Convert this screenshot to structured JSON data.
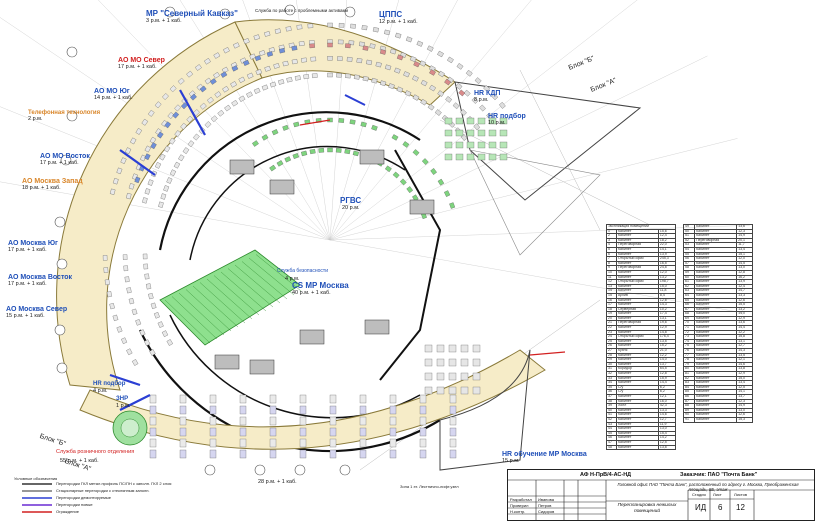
{
  "drawing": {
    "zones": [
      {
        "id": "mr-kavkaz",
        "title": "МР \"Северный Кавказ\"",
        "capacity": "3 р.м. + 1 каб.",
        "color": "#1f4fb8"
      },
      {
        "id": "tsps",
        "title": "ЦППС",
        "capacity": "12 р.м. + 1 каб.",
        "color": "#1f4fb8"
      },
      {
        "id": "ao-mo-sever",
        "title": "АО МО Север",
        "capacity": "17 р.м. + 1 каб.",
        "color": "#d22020"
      },
      {
        "id": "ao-mo-yug",
        "title": "АО МО Юг",
        "capacity": "14 р.м. + 1 каб.",
        "color": "#1f4fb8"
      },
      {
        "id": "telefon",
        "title": "Телефонная технология",
        "capacity": "2 р.м.",
        "color": "#d9862a"
      },
      {
        "id": "ao-mo-vostok",
        "title": "АО МО Восток",
        "capacity": "17 р.м. + 1 каб.",
        "color": "#1f4fb8"
      },
      {
        "id": "ao-moskva-zapad",
        "title": "АО Москва Запад",
        "capacity": "18 р.м. + 1 каб.",
        "color": "#d9862a"
      },
      {
        "id": "ao-moskva-yug",
        "title": "АО Москва Юг",
        "capacity": "17 р.м. + 1 каб.",
        "color": "#1f4fb8"
      },
      {
        "id": "ao-moskva-vostok",
        "title": "АО Москва Восток",
        "capacity": "17 р.м. + 1 каб.",
        "color": "#1f4fb8"
      },
      {
        "id": "ao-moskva-sever",
        "title": "АО Москва Север",
        "capacity": "15 р.м. + 1 каб.",
        "color": "#1f4fb8"
      },
      {
        "id": "hr-kdp",
        "title": "HR КДП",
        "capacity": "8 р.м.",
        "color": "#1f4fb8"
      },
      {
        "id": "hr-podbor",
        "title": "HR подбор",
        "capacity": "10 р.м.",
        "color": "#1f4fb8"
      },
      {
        "id": "rgvs",
        "title": "РГВС",
        "capacity": "20 р.м.",
        "color": "#1f4fb8"
      },
      {
        "id": "cs-mr-moskva",
        "title": "CS МР Москва",
        "capacity": "40 р.м. + 1 каб.",
        "color": "#1f4fb8"
      },
      {
        "id": "hr-obuchenie",
        "title": "HR обучение МР Москва",
        "capacity": "15 р.м.",
        "color": "#1f4fb8"
      }
    ],
    "minor_labels": {
      "sluzhba_top": "Служба по работе с проблемными активами",
      "sluzhba_bottom": "Служба розничного отделения",
      "sluzhba_bottom_cap": "55 р.м. + 1 каб.",
      "hr_podbor_left": "HR подбор",
      "hr_podbor_left_cap": "4 р.м.",
      "znr": "ЗНР",
      "znr_cap": "1 р.м.",
      "bottom_cap": "28 р.м. + 1 каб.",
      "sluzhba_mid": "Служба безопасности",
      "sluzhba_mid_cap": "4 р.м.",
      "block_b": "Блок \"Б\"",
      "block_a": "Блок \"А\""
    }
  },
  "spec_table_left": {
    "header": "Экспликация помещений",
    "rows": [
      [
        "1",
        "Кабинет",
        "15,6"
      ],
      [
        "2",
        "Кабинет",
        "12,4"
      ],
      [
        "3",
        "Кабинет",
        "18,2"
      ],
      [
        "4",
        "Переговорная",
        "22,0"
      ],
      [
        "5",
        "Кабинет",
        "14,1"
      ],
      [
        "6",
        "Кабинет",
        "13,9"
      ],
      [
        "7",
        "Открытый офис",
        "245,3"
      ],
      [
        "8",
        "Кабинет",
        "16,5"
      ],
      [
        "9",
        "Переговорная",
        "24,8"
      ],
      [
        "10",
        "Кабинет",
        "12,0"
      ],
      [
        "11",
        "Кабинет",
        "13,2"
      ],
      [
        "12",
        "Открытый офис",
        "198,7"
      ],
      [
        "13",
        "Кабинет",
        "15,0"
      ],
      [
        "14",
        "Кабинет",
        "11,8"
      ],
      [
        "15",
        "Архив",
        "8,4"
      ],
      [
        "16",
        "Кабинет",
        "12,6"
      ],
      [
        "17",
        "Кабинет",
        "14,3"
      ],
      [
        "18",
        "Серверная",
        "10,2"
      ],
      [
        "19",
        "Кабинет",
        "17,4"
      ],
      [
        "20",
        "Кабинет",
        "13,1"
      ],
      [
        "21",
        "Переговорная",
        "19,6"
      ],
      [
        "22",
        "Кабинет",
        "12,9"
      ],
      [
        "23",
        "Кабинет",
        "14,8"
      ],
      [
        "24",
        "Открытый офис",
        "176,4"
      ],
      [
        "25",
        "Кабинет",
        "13,5"
      ],
      [
        "26",
        "Кабинет",
        "15,2"
      ],
      [
        "27",
        "Кухня",
        "21,0"
      ],
      [
        "28",
        "Кабинет",
        "12,2"
      ],
      [
        "29",
        "Кабинет",
        "14,0"
      ],
      [
        "30",
        "Кабинет",
        "13,7"
      ],
      [
        "31",
        "Коридор",
        "64,5"
      ],
      [
        "32",
        "Кабинет",
        "12,8"
      ],
      [
        "33",
        "Кабинет",
        "15,9"
      ],
      [
        "34",
        "Кабинет",
        "14,4"
      ],
      [
        "35",
        "С/у",
        "6,2"
      ],
      [
        "36",
        "С/у",
        "6,2"
      ],
      [
        "37",
        "Кабинет",
        "12,1"
      ],
      [
        "38",
        "Кабинет",
        "16,0"
      ],
      [
        "39",
        "Холл",
        "42,3"
      ],
      [
        "40",
        "Кабинет",
        "13,3"
      ],
      [
        "41",
        "Кабинет",
        "14,6"
      ],
      [
        "42",
        "Кабинет",
        "12,7"
      ],
      [
        "43",
        "Кабинет",
        "11,9"
      ],
      [
        "44",
        "Кабинет",
        "13,0"
      ],
      [
        "45",
        "Кабинет",
        "15,4"
      ],
      [
        "46",
        "Кабинет",
        "14,2"
      ],
      [
        "47",
        "Кабинет",
        "12,5"
      ],
      [
        "48",
        "Кабинет",
        "13,8"
      ]
    ]
  },
  "spec_table_right": {
    "rows": [
      [
        "49",
        "Кабинет",
        "13,6"
      ],
      [
        "50",
        "Кабинет",
        "12,3"
      ],
      [
        "51",
        "Кабинет",
        "14,9"
      ],
      [
        "52",
        "Переговорная",
        "20,1"
      ],
      [
        "53",
        "Кабинет",
        "11,7"
      ],
      [
        "54",
        "Кабинет",
        "13,4"
      ],
      [
        "55",
        "Кабинет",
        "15,1"
      ],
      [
        "56",
        "Кабинет",
        "12,0"
      ],
      [
        "57",
        "Кабинет",
        "14,5"
      ],
      [
        "58",
        "Кабинет",
        "13,0"
      ],
      [
        "59",
        "Кабинет",
        "12,8"
      ],
      [
        "60",
        "Кабинет",
        "16,2"
      ],
      [
        "61",
        "Кабинет",
        "13,9"
      ],
      [
        "62",
        "Кабинет",
        "12,4"
      ],
      [
        "63",
        "Кабинет",
        "14,7"
      ],
      [
        "64",
        "Кабинет",
        "13,3"
      ],
      [
        "65",
        "Кабинет",
        "12,6"
      ],
      [
        "66",
        "Кабинет",
        "15,5"
      ],
      [
        "67",
        "Кабинет",
        "13,2"
      ],
      [
        "68",
        "Кабинет",
        "14,0"
      ],
      [
        "69",
        "Кабинет",
        "12,9"
      ],
      [
        "70",
        "Кабинет",
        "13,6"
      ],
      [
        "71",
        "Кабинет",
        "14,4"
      ],
      [
        "72",
        "Кабинет",
        "12,2"
      ],
      [
        "73",
        "Кабинет",
        "15,8"
      ],
      [
        "74",
        "Кабинет",
        "13,1"
      ],
      [
        "75",
        "Кабинет",
        "12,7"
      ],
      [
        "76",
        "Кабинет",
        "14,3"
      ],
      [
        "77",
        "Кабинет",
        "13,5"
      ],
      [
        "78",
        "Кабинет",
        "12,1"
      ],
      [
        "79",
        "Кабинет",
        "14,6"
      ],
      [
        "80",
        "Кабинет",
        "13,8"
      ],
      [
        "81",
        "Кабинет",
        "12,9"
      ],
      [
        "82",
        "Кабинет",
        "15,0"
      ],
      [
        "83",
        "Кабинет",
        "13,4"
      ],
      [
        "84",
        "Кабинет",
        "12,5"
      ],
      [
        "85",
        "Кабинет",
        "14,1"
      ],
      [
        "86",
        "Кабинет",
        "13,7"
      ],
      [
        "87",
        "Кабинет",
        "12,3"
      ],
      [
        "88",
        "Кабинет",
        "14,9"
      ],
      [
        "89",
        "Кабинет",
        "13,0"
      ],
      [
        "90",
        "Кабинет",
        "12,6"
      ],
      [
        "91",
        "Кабинет",
        "15,3"
      ]
    ]
  },
  "title_block": {
    "code": "АФ Н-ПрВ/4-АС-НД",
    "customer_label": "Заказчик: ПАО \"Почта Банк\"",
    "description": "Головной офис ПАО \"Почта Банк\", расположенный по адресу г. Москва, Преображенская площадь, 8Б, этаж",
    "sheet_title": "Перепланировка нежилых помещений",
    "stage_label": "Стадия",
    "sheet_label": "Лист",
    "sheets_label": "Листов",
    "stage": "ИД",
    "sheet": "6",
    "sheets": "12",
    "rows": [
      "Разработал",
      "Проверил",
      "Н.контр."
    ],
    "names": [
      "Иванова",
      "Петров",
      "Сидоров"
    ]
  },
  "legend": {
    "title": "Условные обозначения",
    "items": [
      "Перегородки ГКЛ метал.профиль ПС/ПН с заполн. ГКЛ 2 слоя",
      "Стационарные перегородки с стеклянным заполн.",
      "Перегородки демонтируемые",
      "Перегородки новые",
      "Ограждение"
    ],
    "note": "Зона 1 эт. Лестнично-лифт.узел"
  }
}
